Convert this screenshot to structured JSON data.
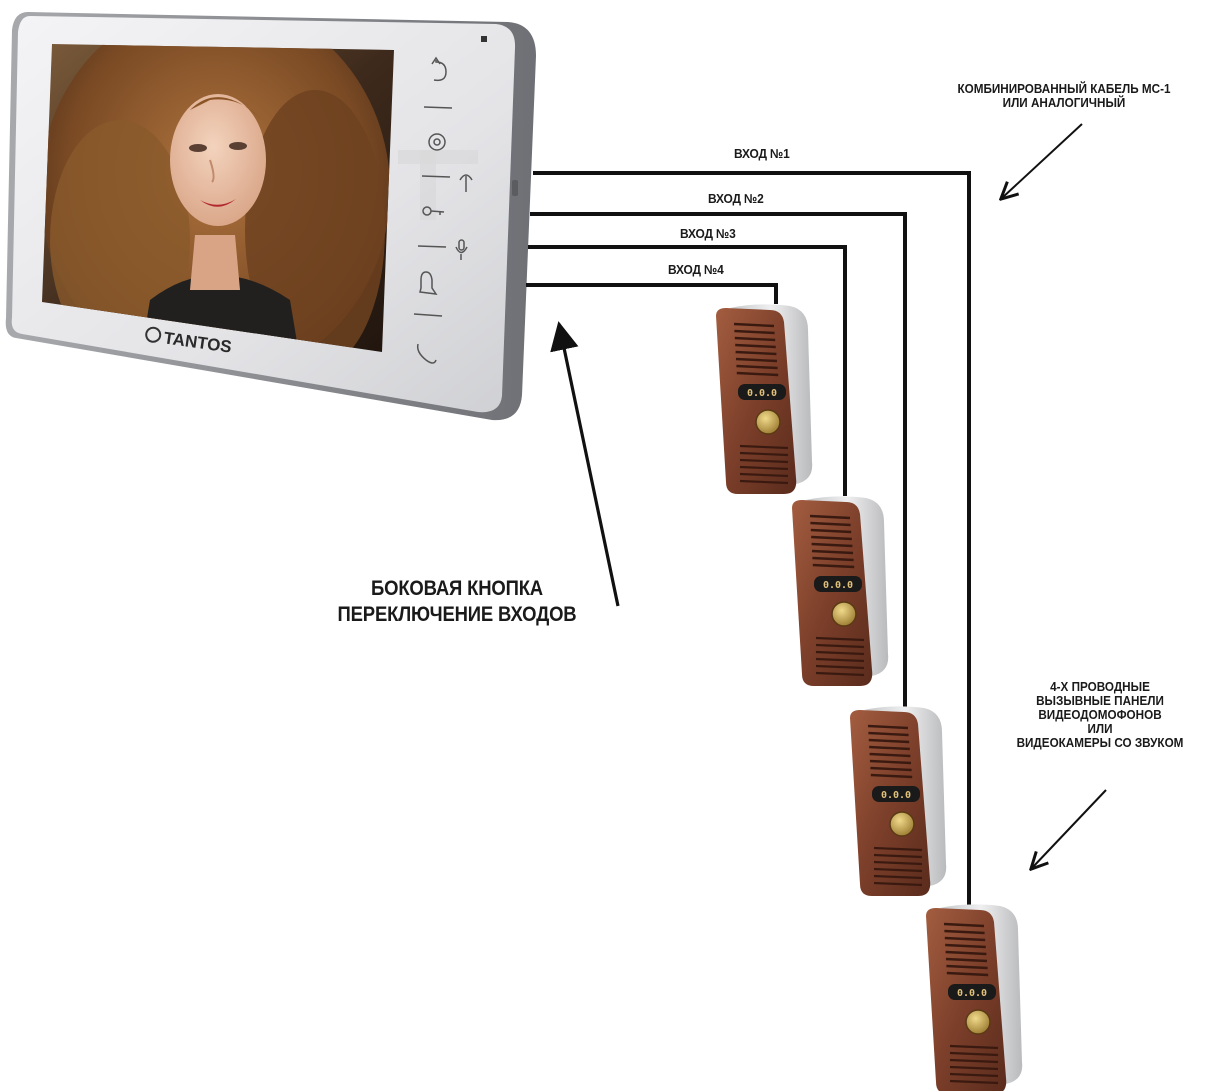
{
  "monitor": {
    "brand": "TANTOS",
    "colors": {
      "body": "#e6e6e8",
      "frame": "#8d8f93",
      "screen": "#2e1d14"
    }
  },
  "inputs": [
    {
      "label": "ВХОД №1"
    },
    {
      "label": "ВХОД №2"
    },
    {
      "label": "ВХОД №3"
    },
    {
      "label": "ВХОД №4"
    }
  ],
  "annotations": {
    "cable": [
      "КОМБИНИРОВАННЫЙ КАБЕЛЬ МС-1",
      "ИЛИ АНАЛОГИЧНЫЙ"
    ],
    "side_button": [
      "БОКОВАЯ КНОПКА",
      "ПЕРЕКЛЮЧЕНИЕ  ВХОДОВ"
    ],
    "panels": [
      "4-Х ПРОВОДНЫЕ",
      "ВЫЗЫВНЫЕ ПАНЕЛИ",
      "ВИДЕОДОМОФОНОВ",
      "ИЛИ",
      "ВИДЕОКАМЕРЫ СО ЗВУКОМ"
    ]
  },
  "call_panels": [
    {
      "code": "0.0.0",
      "colors": {
        "copper": "#8a4a34",
        "hood": "#d6d6d8",
        "button": "#c4a24f"
      }
    },
    {
      "code": "0.0.0"
    },
    {
      "code": "0.0.0"
    },
    {
      "code": "0.0.0"
    }
  ],
  "icons": {
    "monitor_buttons": [
      "back-arrow-icon",
      "settings-gear-icon",
      "key-unlock-icon",
      "bell-icon",
      "handset-icon"
    ],
    "side_indicators": [
      "antenna-icon",
      "microphone-icon"
    ]
  },
  "colors": {
    "wire": "#111111",
    "arrow": "#111111",
    "text": "#1a1a1a"
  }
}
